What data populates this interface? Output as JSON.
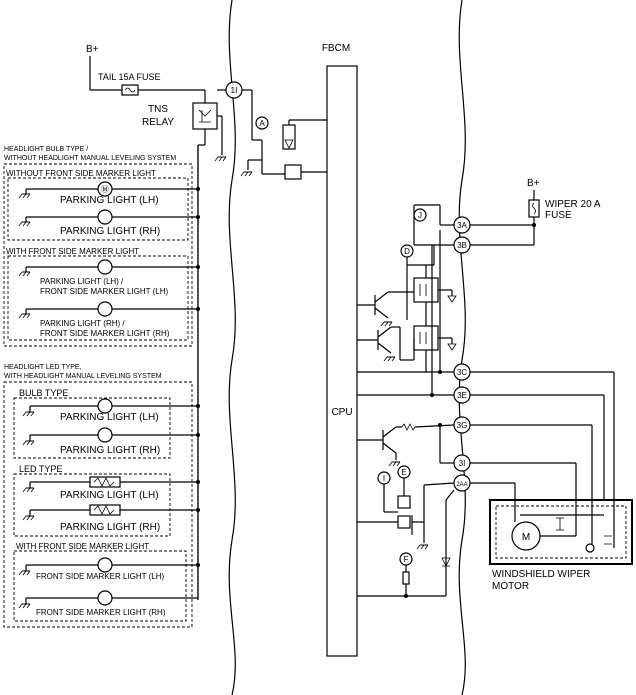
{
  "labels": {
    "b_plus_left": "B+",
    "tail_fuse": "TAIL 15A FUSE",
    "tns_relay_1": "TNS",
    "tns_relay_2": "RELAY",
    "fbcm": "FBCM",
    "cpu": "CPU",
    "b_plus_right": "B+",
    "wiper_fuse_1": "WIPER 20 A",
    "wiper_fuse_2": "FUSE",
    "wiper_motor_1": "WINDSHIELD WIPER",
    "wiper_motor_2": "MOTOR"
  },
  "terminals": {
    "t1i": "1I",
    "t3a": "3A",
    "t3b": "3B",
    "t3c": "3C",
    "t3e": "3E",
    "t3g": "3G",
    "t3i": "3I",
    "t2aa": "2AA"
  },
  "markers": {
    "a": "A",
    "d": "D",
    "e": "E",
    "f": "F",
    "i": "I",
    "j": "J"
  },
  "groups": {
    "bulb_type_title_1": "HEADLIGHT BULB TYPE /",
    "bulb_type_title_2": "WITHOUT HEADLIGHT MANUAL LEVELING SYSTEM",
    "without_marker": "WITHOUT FRONT SIDE MARKER LIGHT",
    "with_marker": "WITH FRONT SIDE MARKER LIGHT",
    "led_type_title_1": "HEADLIGHT LED TYPE,",
    "led_type_title_2": "WITH HEADLIGHT MANUAL LEVELING SYSTEM",
    "bulb_type_sub": "BULB TYPE",
    "led_type_sub": "LED TYPE",
    "with_marker_2": "WITH FRONT SIDE MARKER LIGHT"
  },
  "lights": {
    "p_lh_1": "PARKING LIGHT (LH)",
    "p_rh_1": "PARKING LIGHT (RH)",
    "p_fsm_lh_1": "PARKING LIGHT (LH) /",
    "p_fsm_lh_2": "FRONT SIDE MARKER LIGHT (LH)",
    "p_fsm_rh_1": "PARKING LIGHT (RH) /",
    "p_fsm_rh_2": "FRONT SIDE MARKER LIGHT (RH)",
    "p_lh_2": "PARKING LIGHT (LH)",
    "p_rh_2": "PARKING LIGHT (RH)",
    "p_lh_3": "PARKING LIGHT (LH)",
    "p_rh_3": "PARKING LIGHT (RH)",
    "fsm_lh": "FRONT SIDE MARKER LIGHT (LH)",
    "fsm_rh": "FRONT SIDE MARKER LIGHT (RH)"
  }
}
